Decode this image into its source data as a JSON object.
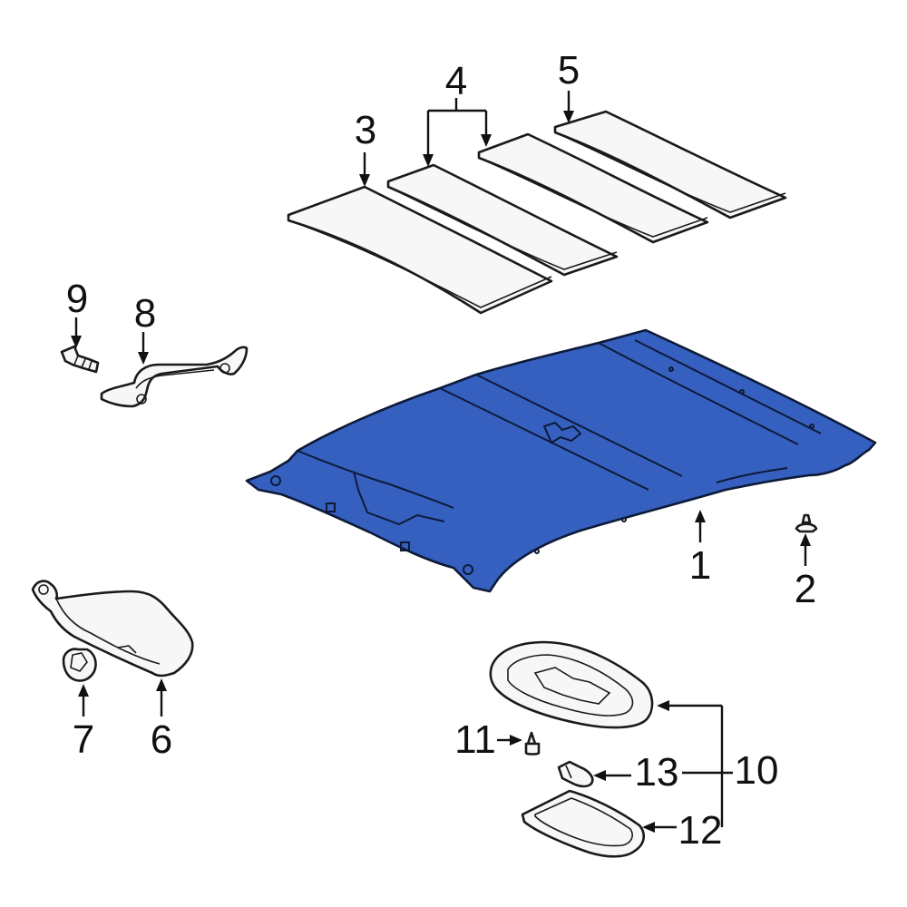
{
  "labels": {
    "n1": "1",
    "n2": "2",
    "n3": "3",
    "n4": "4",
    "n5": "5",
    "n6": "6",
    "n7": "7",
    "n8": "8",
    "n9": "9",
    "n10": "10",
    "n11": "11",
    "n12": "12",
    "n13": "13"
  },
  "colors": {
    "highlight_fill": "#3560c0",
    "line": "#1a1a1a",
    "background": "#ffffff"
  },
  "highlighted_part": "1"
}
